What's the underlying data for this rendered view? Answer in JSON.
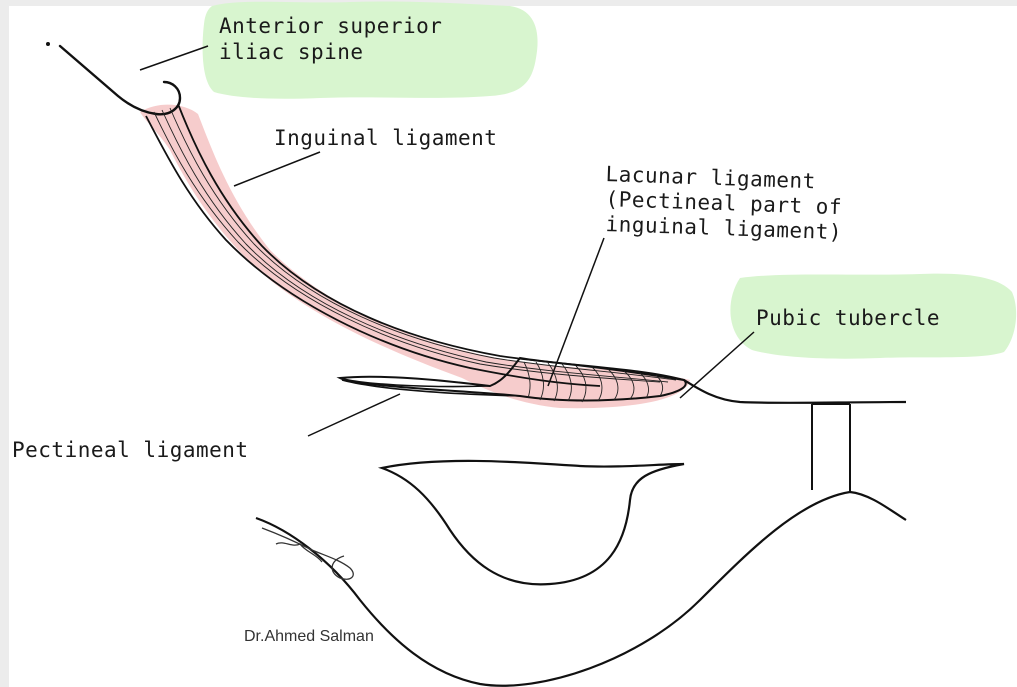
{
  "diagram": {
    "labels": {
      "asis_line1": "Anterior superior",
      "asis_line2": "iliac spine",
      "inguinal": "Inguinal ligament",
      "lacunar_line1": "Lacunar ligament",
      "lacunar_line2": "(Pectineal part of",
      "lacunar_line3": "inguinal ligament)",
      "pubic": "Pubic tubercle",
      "pectineal": "Pectineal ligament"
    },
    "credit": "Dr.Ahmed Salman"
  },
  "colors": {
    "highlight_bubble": "#d8f5cf",
    "ligament_fill": "#f4c3c3",
    "ink": "#111111",
    "frame": "#ececec"
  }
}
